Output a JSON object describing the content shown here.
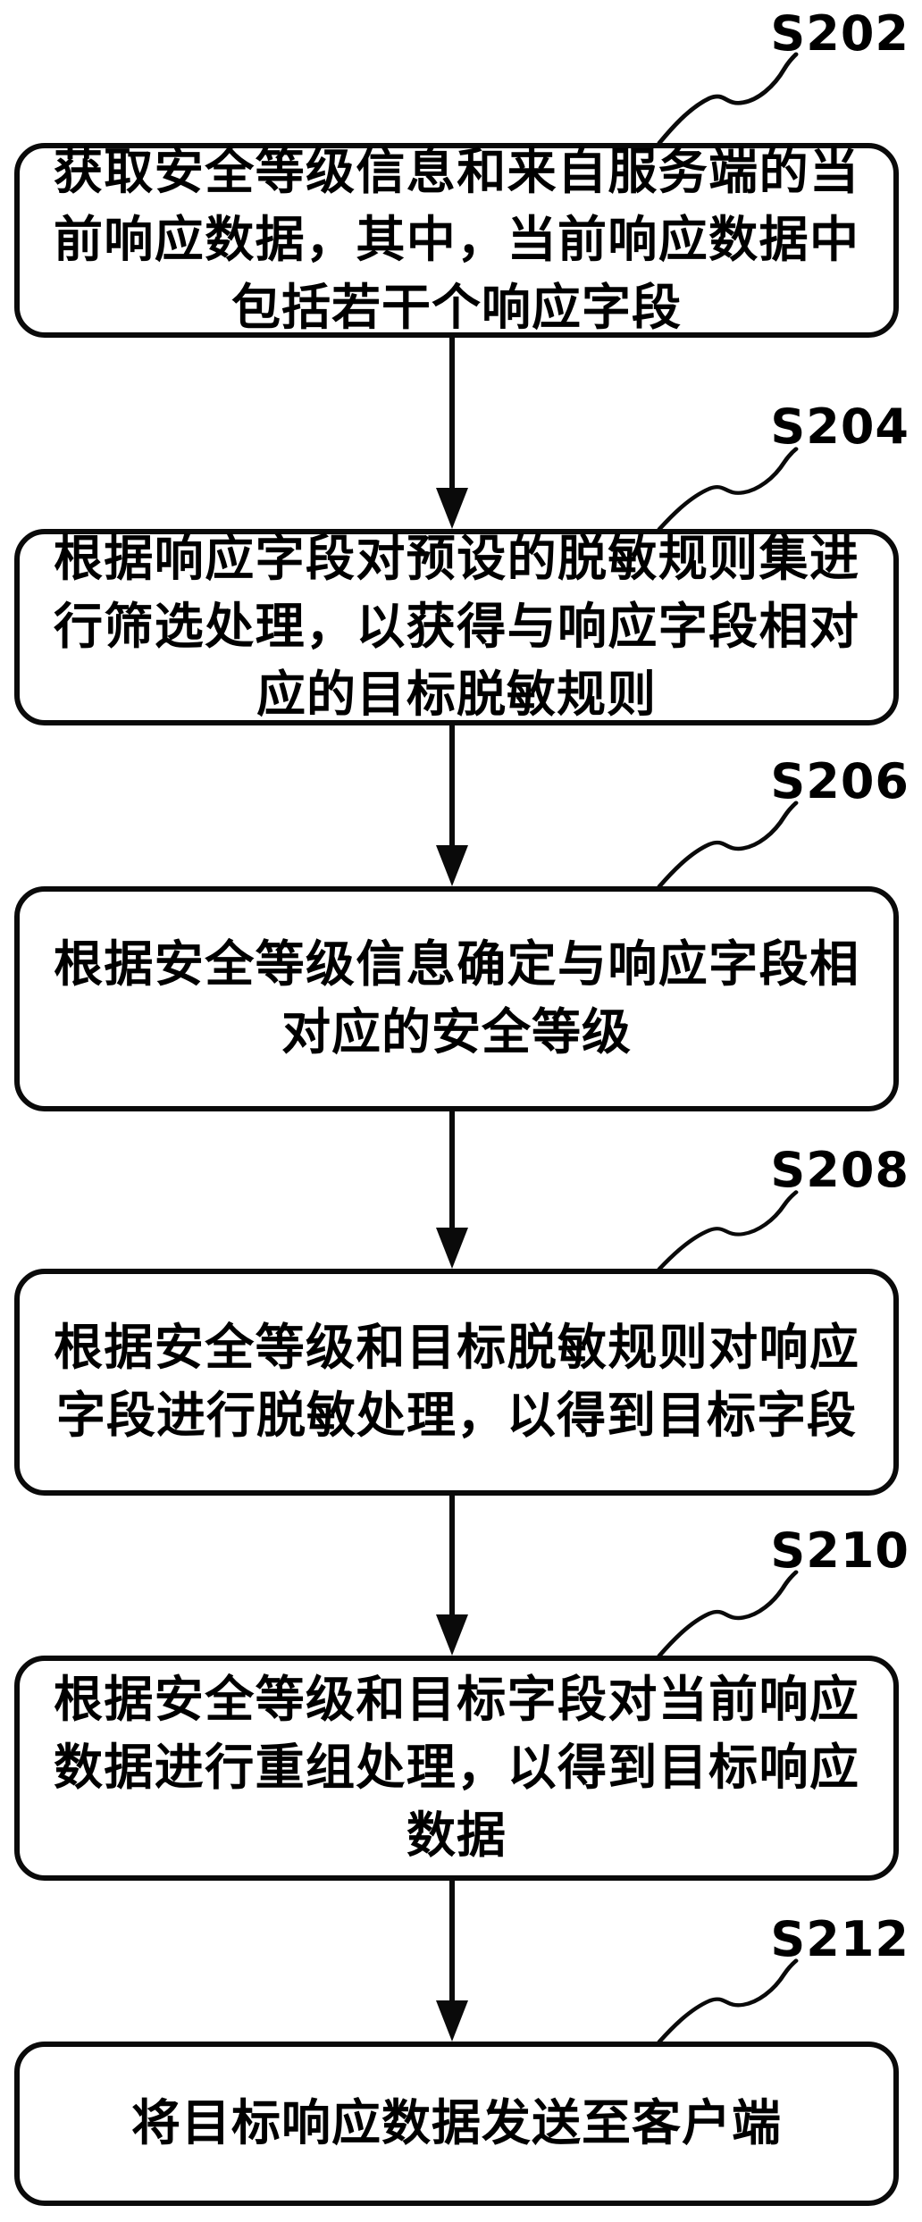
{
  "figure": {
    "type": "flowchart",
    "direction": "top-down",
    "colors": {
      "stroke": "#0a0a0a",
      "background": "#ffffff",
      "text": "#000000"
    },
    "steps": [
      {
        "id": "S202",
        "text": "获取安全等级信息和来自服务端的当前响应数据，其中，当前响应数据中包括若干个响应字段"
      },
      {
        "id": "S204",
        "text": "根据响应字段对预设的脱敏规则集进行筛选处理，以获得与响应字段相对应的目标脱敏规则"
      },
      {
        "id": "S206",
        "text": "根据安全等级信息确定与响应字段相对应的安全等级"
      },
      {
        "id": "S208",
        "text": "根据安全等级和目标脱敏规则对响应字段进行脱敏处理，以得到目标字段"
      },
      {
        "id": "S210",
        "text": "根据安全等级和目标字段对当前响应数据进行重组处理，以得到目标响应数据"
      },
      {
        "id": "S212",
        "text": "将目标响应数据发送至客户端"
      }
    ],
    "connections": [
      {
        "from": "S202",
        "to": "S204"
      },
      {
        "from": "S204",
        "to": "S206"
      },
      {
        "from": "S206",
        "to": "S208"
      },
      {
        "from": "S208",
        "to": "S210"
      },
      {
        "from": "S210",
        "to": "S212"
      }
    ]
  }
}
